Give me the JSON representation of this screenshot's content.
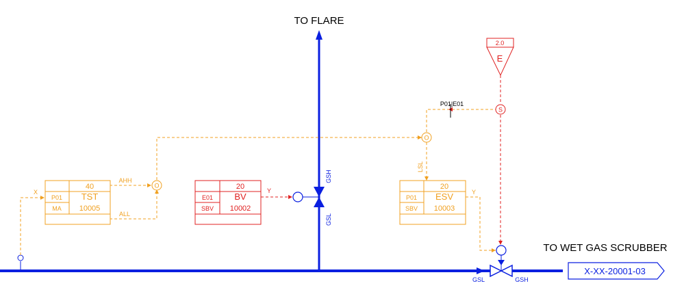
{
  "colors": {
    "process_line": "#0a1fe0",
    "instrument_orange": "#f0a020",
    "instrument_red": "#e02020",
    "text_black": "#000000"
  },
  "labels": {
    "to_flare": "TO FLARE",
    "to_wet_gas_scrubber": "TO WET GAS SCRUBBER",
    "offpage_tag": "X-XX-20001-03"
  },
  "line_labels": {
    "gsh_vertical": "GSH",
    "gsl_vertical": "GSL",
    "gsl_bottom": "GSL",
    "gsh_bottom": "GSH"
  },
  "signal_labels": {
    "x": "X",
    "ahh": "AHH",
    "all": "ALL",
    "y_bv": "Y",
    "lsl": "LSL",
    "y_esv": "Y",
    "p01_e01": "P01|E01"
  },
  "blocks": {
    "tst": {
      "number": "40",
      "type": "TST",
      "id": "10005",
      "code1": "P01",
      "code2": "MA"
    },
    "bv": {
      "number": "20",
      "type": "BV",
      "id": "10002",
      "code1": "E01",
      "code2": "SBV"
    },
    "esv": {
      "number": "20",
      "type": "ESV",
      "id": "10003",
      "code1": "P01",
      "code2": "SBV"
    }
  },
  "elements": {
    "e_triangle_value": "2.0",
    "e_triangle_letter": "E",
    "s_circle": "S",
    "o_circle_top": "O",
    "o_circle_left": "O"
  }
}
